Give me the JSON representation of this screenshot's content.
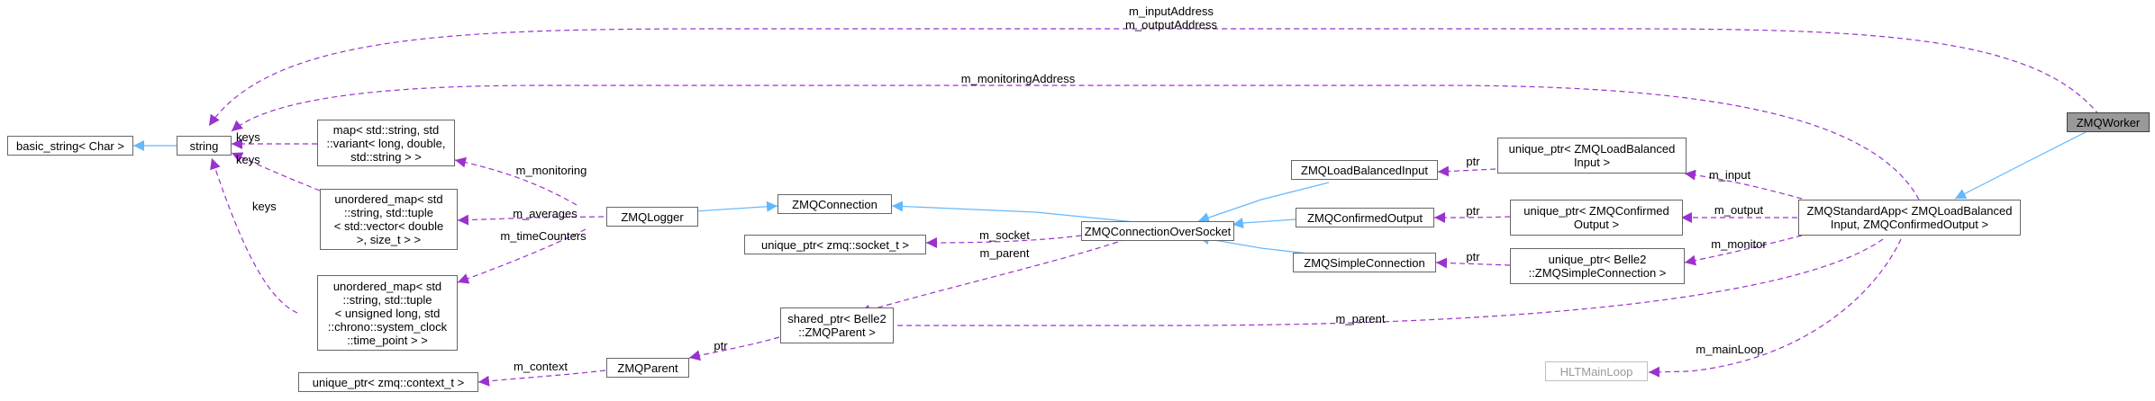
{
  "colors": {
    "inheritance": "#63b8ff",
    "usage": "#9a32cd",
    "focus_fill": "#999999",
    "node_border": "#666666",
    "muted_text": "#9a9a9a"
  },
  "nodes": {
    "basic_string": "basic_string< Char >",
    "string": "string",
    "map_variant": "map< std::string, std\n::variant< long, double,\nstd::string > >",
    "umap_tuple": "unordered_map< std\n::string, std::tuple\n< std::vector< double\n>, size_t > >",
    "umap_chrono": "unordered_map< std\n::string, std::tuple\n< unsigned long, std\n::chrono::system_clock\n::time_point > >",
    "uptr_context": "unique_ptr< zmq::context_t >",
    "zmq_logger": "ZMQLogger",
    "zmq_parent": "ZMQParent",
    "zmq_connection": "ZMQConnection",
    "uptr_socket": "unique_ptr< zmq::socket_t >",
    "sptr_parent": "shared_ptr< Belle2\n::ZMQParent >",
    "zmq_conn_socket": "ZMQConnectionOverSocket",
    "zmq_lb_input": "ZMQLoadBalancedInput",
    "zmq_conf_output": "ZMQConfirmedOutput",
    "zmq_simple_conn": "ZMQSimpleConnection",
    "uptr_lb_input": "unique_ptr< ZMQLoadBalanced\nInput >",
    "uptr_conf_output": "unique_ptr< ZMQConfirmed\nOutput >",
    "uptr_simple_conn": "unique_ptr< Belle2\n::ZMQSimpleConnection >",
    "hlt_main_loop": "HLTMainLoop",
    "zmq_standard_app": "ZMQStandardApp< ZMQLoadBalanced\nInput, ZMQConfirmedOutput >",
    "zmq_worker": "ZMQWorker"
  },
  "edge_labels": {
    "input_output_address": "m_inputAddress\nm_outputAddress",
    "monitoring_address": "m_monitoringAddress",
    "keys_map": "keys",
    "keys_umap": "keys",
    "keys_chrono": "keys",
    "m_monitoring": "m_monitoring",
    "m_averages": "m_averages",
    "m_time_counters": "m_timeCounters",
    "m_context": "m_context",
    "ptr_parent": "ptr",
    "m_socket": "m_socket",
    "m_parent_conn": "m_parent",
    "ptr_lb": "ptr",
    "ptr_conf": "ptr",
    "ptr_simple": "ptr",
    "m_input": "m_input",
    "m_output": "m_output",
    "m_monitor": "m_monitor",
    "m_parent_app": "m_parent",
    "m_main_loop": "m_mainLoop"
  }
}
